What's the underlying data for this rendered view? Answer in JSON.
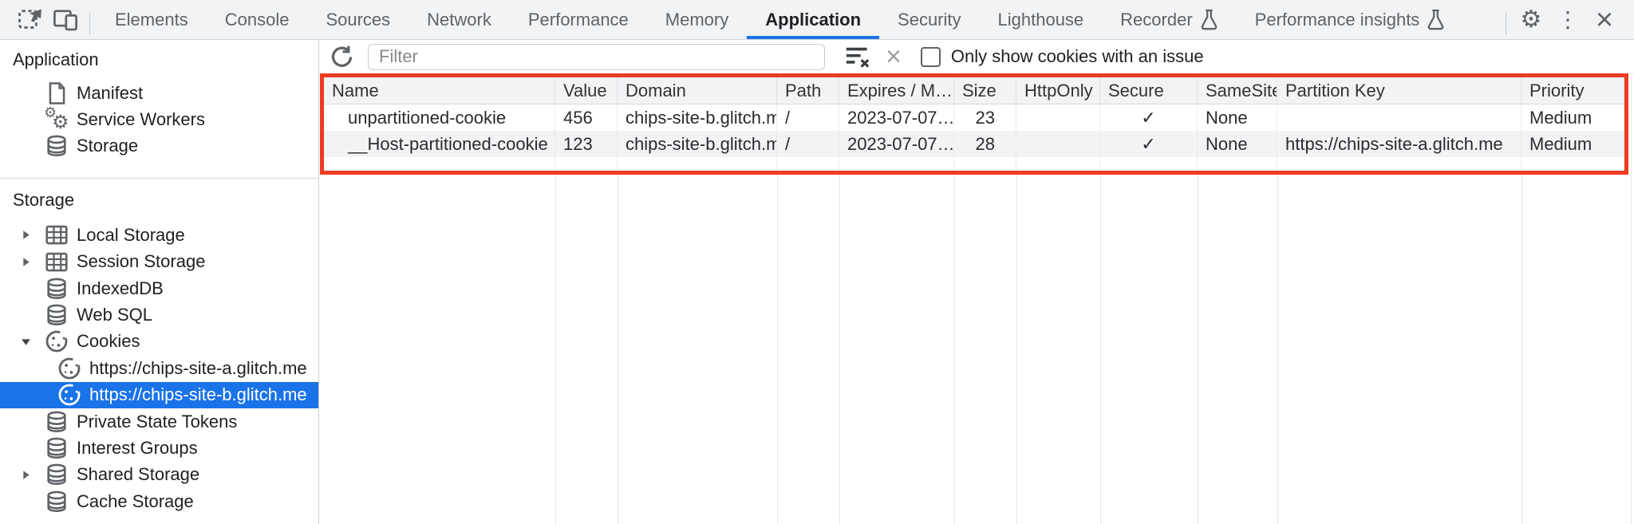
{
  "tab_bar": {
    "tabs": [
      {
        "label": "Elements"
      },
      {
        "label": "Console"
      },
      {
        "label": "Sources"
      },
      {
        "label": "Network"
      },
      {
        "label": "Performance"
      },
      {
        "label": "Memory"
      },
      {
        "label": "Application",
        "active": true
      },
      {
        "label": "Security"
      },
      {
        "label": "Lighthouse"
      },
      {
        "label": "Recorder",
        "experiment": true
      },
      {
        "label": "Performance insights",
        "experiment": true
      }
    ]
  },
  "toolbar": {
    "filter_placeholder": "Filter",
    "issue_checkbox_label": "Only show cookies with an issue",
    "checkbox_checked": false
  },
  "sidebar": {
    "sections": [
      {
        "title": "Application",
        "items": [
          {
            "label": "Manifest",
            "icon": "document-icon"
          },
          {
            "label": "Service Workers",
            "icon": "service-workers-icon"
          },
          {
            "label": "Storage",
            "icon": "database-icon"
          }
        ]
      },
      {
        "title": "Storage",
        "items": [
          {
            "label": "Local Storage",
            "icon": "table-icon",
            "expander": "collapsed"
          },
          {
            "label": "Session Storage",
            "icon": "table-icon",
            "expander": "collapsed"
          },
          {
            "label": "IndexedDB",
            "icon": "database-icon"
          },
          {
            "label": "Web SQL",
            "icon": "database-icon"
          },
          {
            "label": "Cookies",
            "icon": "cookie-icon",
            "expander": "expanded",
            "children": [
              {
                "label": "https://chips-site-a.glitch.me",
                "icon": "cookie-icon"
              },
              {
                "label": "https://chips-site-b.glitch.me",
                "icon": "cookie-icon",
                "selected": true
              }
            ]
          },
          {
            "label": "Private State Tokens",
            "icon": "database-icon"
          },
          {
            "label": "Interest Groups",
            "icon": "database-icon"
          },
          {
            "label": "Shared Storage",
            "icon": "database-icon",
            "expander": "collapsed"
          },
          {
            "label": "Cache Storage",
            "icon": "database-icon"
          }
        ]
      }
    ]
  },
  "cookies_table": {
    "columns": [
      "Name",
      "Value",
      "Domain",
      "Path",
      "Expires / M…",
      "Size",
      "HttpOnly",
      "Secure",
      "SameSite",
      "Partition Key",
      "Priority"
    ],
    "rows": [
      [
        "unpartitioned-cookie",
        "456",
        "chips-site-b.glitch.me",
        "/",
        "2023-07-07…",
        "23",
        "",
        "✓",
        "None",
        "",
        "Medium"
      ],
      [
        "__Host-partitioned-cookie",
        "123",
        "chips-site-b.glitch.me",
        "/",
        "2023-07-07…",
        "28",
        "",
        "✓",
        "None",
        "https://chips-site-a.glitch.me",
        "Medium"
      ]
    ]
  },
  "colors": {
    "accent_blue": "#1a73e8",
    "selection_blue": "#1a73e8",
    "highlight_red": "#ee3c23",
    "icon_gray": "#5f6368",
    "toolbar_bg": "#f1f3f4"
  }
}
